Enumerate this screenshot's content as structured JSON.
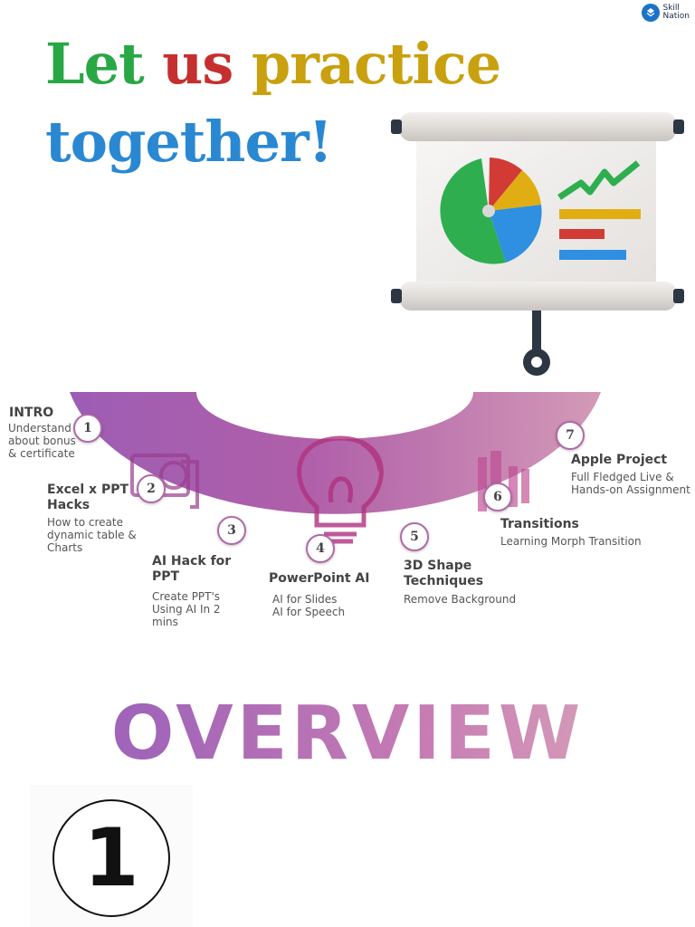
{
  "brand": {
    "name_line1": "Skill",
    "name_line2": "Nation"
  },
  "headline": {
    "word1": "Let",
    "word2": "us",
    "word3": "practice",
    "word4": "together!"
  },
  "steps": [
    {
      "num": "1",
      "title": "INTRO",
      "desc": "Understand\nabout bonus\n& certificate"
    },
    {
      "num": "2",
      "title": "Excel x PPT\nHacks",
      "desc": "How to create\ndynamic table &\nCharts"
    },
    {
      "num": "3",
      "title": "AI Hack for\nPPT",
      "desc": "Create PPT's\nUsing AI In 2\nmins"
    },
    {
      "num": "4",
      "title": "PowerPoint AI",
      "desc": "AI for Slides\nAI for Speech"
    },
    {
      "num": "5",
      "title": "3D Shape\nTechniques",
      "desc": "Remove Background"
    },
    {
      "num": "6",
      "title": "Transitions",
      "desc": "Learning Morph Transition"
    },
    {
      "num": "7",
      "title": "Apple Project",
      "desc": "Full Fledged Live &\nHands-on Assignment"
    }
  ],
  "overview": "OVERVIEW",
  "section_number": "1",
  "colors": {
    "green": "#28a745",
    "red": "#c62f2f",
    "gold": "#c9a00e",
    "blue": "#2a88d3",
    "purple": "#a064b8",
    "pink": "#d49ab8"
  },
  "icons": [
    "skill-nation-logo-icon",
    "presentation-easel-icon",
    "money-icon",
    "lightbulb-icon",
    "bar-chart-icon"
  ]
}
